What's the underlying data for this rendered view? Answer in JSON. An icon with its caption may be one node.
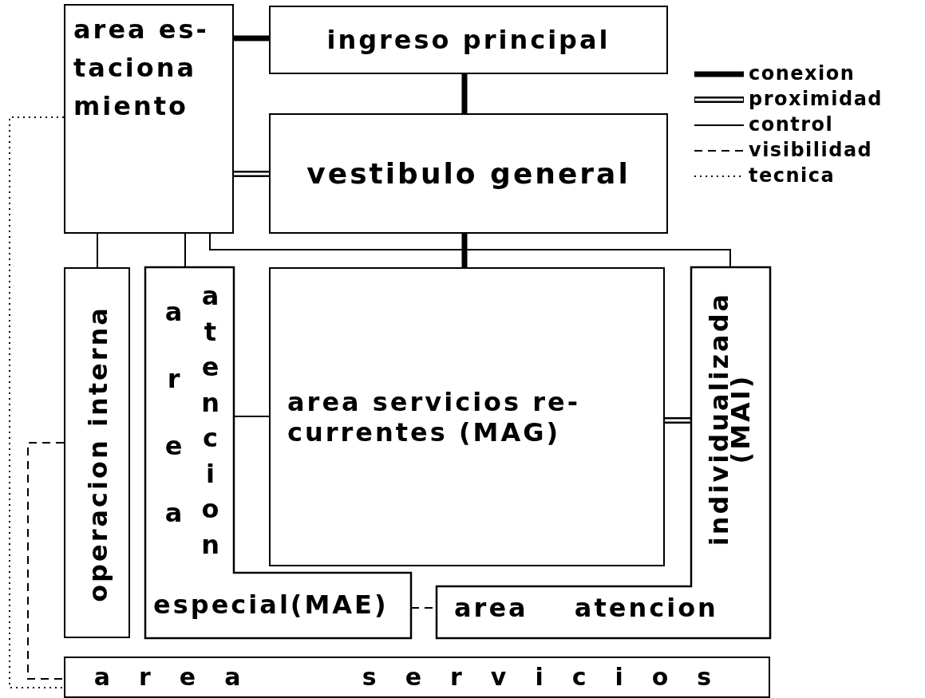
{
  "diagram": {
    "nodes": [
      {
        "text": [
          "area es- taciona miento"
        ]
      },
      {
        "text": [
          "ingreso principal"
        ]
      },
      {
        "text": [
          "vestibulo general"
        ]
      },
      {
        "text": [
          "operacion interna"
        ]
      },
      {
        "text": [
          "area",
          "atencion",
          "especial(MAE)"
        ]
      },
      {
        "text": [
          "area servicios re- currentes (MAG)"
        ]
      },
      {
        "text": [
          "area atencion",
          "individualizada (MAI)"
        ]
      },
      {
        "text": [
          "area servicios"
        ]
      }
    ],
    "edges": [
      {
        "from": 0,
        "to": 1,
        "arrow": "none",
        "style": "thick"
      },
      {
        "from": 1,
        "to": 2,
        "arrow": "none",
        "style": "thick"
      },
      {
        "from": 0,
        "to": 2,
        "arrow": "none",
        "style": "thick"
      },
      {
        "from": 2,
        "to": 5,
        "arrow": "none",
        "style": "thick"
      },
      {
        "from": 0,
        "to": 3,
        "arrow": "none"
      },
      {
        "from": 0,
        "to": 4,
        "arrow": "none"
      },
      {
        "from": 0,
        "to": 6,
        "arrow": "none"
      },
      {
        "from": 4,
        "to": 5,
        "arrow": "none"
      },
      {
        "from": 5,
        "to": 6,
        "arrow": "none",
        "style": "thick"
      },
      {
        "from": 4,
        "to": 6,
        "arrow": "none",
        "style": "dashed"
      },
      {
        "from": 3,
        "to": 7,
        "arrow": "none",
        "style": "dashed"
      },
      {
        "from": 0,
        "to": 7,
        "arrow": "none",
        "style": "dashed"
      }
    ],
    "legend": [
      {
        "text": "conexion"
      },
      {
        "text": "proximidad"
      },
      {
        "text": "control"
      },
      {
        "text": "visibilidad"
      },
      {
        "text": "tecnica"
      }
    ]
  }
}
